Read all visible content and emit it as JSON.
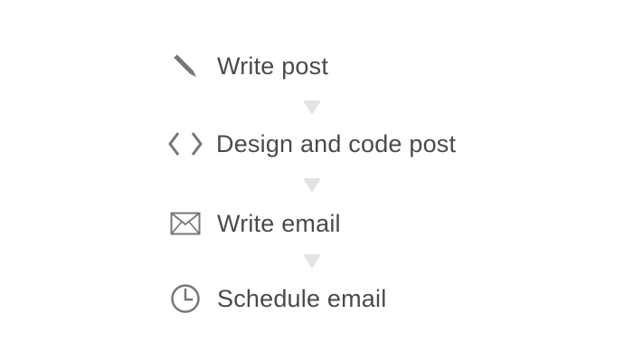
{
  "steps": [
    {
      "label": "Write post",
      "icon": "pencil-icon"
    },
    {
      "label": "Design and code post",
      "icon": "code-brackets-icon"
    },
    {
      "label": "Write email",
      "icon": "envelope-icon"
    },
    {
      "label": "Schedule email",
      "icon": "clock-icon"
    }
  ],
  "colors": {
    "text": "#4a4a4a",
    "icon": "#7a7a7a",
    "arrow": "#e3e3e3",
    "background": "#ffffff"
  }
}
